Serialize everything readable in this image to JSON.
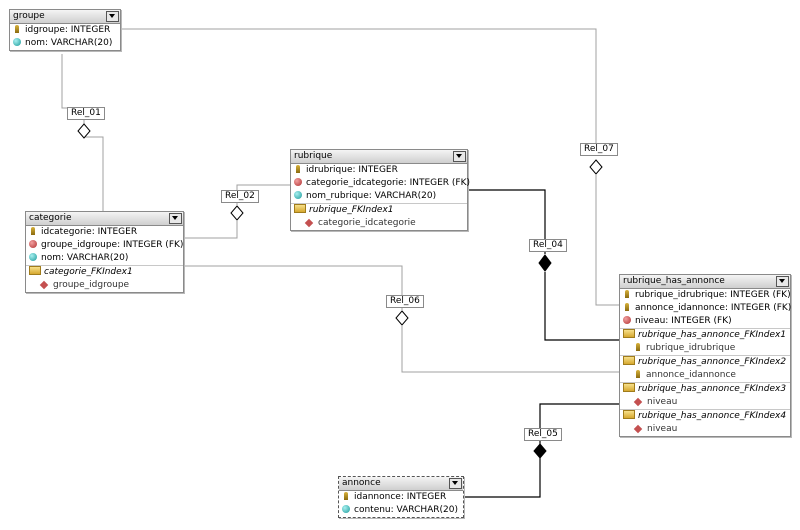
{
  "tables": {
    "groupe": {
      "title": "groupe",
      "rows": [
        "idgroupe: INTEGER",
        "nom: VARCHAR(20)"
      ]
    },
    "categorie": {
      "title": "categorie",
      "rows": [
        "idcategorie: INTEGER",
        "groupe_idgroupe: INTEGER (FK)",
        "nom: VARCHAR(20)"
      ],
      "index": "categorie_FKIndex1",
      "index_col": "groupe_idgroupe"
    },
    "rubrique": {
      "title": "rubrique",
      "rows": [
        "idrubrique: INTEGER",
        "categorie_idcategorie: INTEGER (FK)",
        "nom_rubrique: VARCHAR(20)"
      ],
      "index": "rubrique_FKIndex1",
      "index_col": "categorie_idcategorie"
    },
    "rha": {
      "title": "rubrique_has_annonce",
      "rows": [
        "rubrique_idrubrique: INTEGER (FK)",
        "annonce_idannonce: INTEGER (FK)",
        "niveau: INTEGER (FK)"
      ],
      "indexes": [
        {
          "name": "rubrique_has_annonce_FKIndex1",
          "col": "rubrique_idrubrique"
        },
        {
          "name": "rubrique_has_annonce_FKIndex2",
          "col": "annonce_idannonce"
        },
        {
          "name": "rubrique_has_annonce_FKIndex3",
          "col": "niveau"
        },
        {
          "name": "rubrique_has_annonce_FKIndex4",
          "col": "niveau"
        }
      ]
    },
    "annonce": {
      "title": "annonce",
      "rows": [
        "idannonce: INTEGER",
        "contenu: VARCHAR(20)"
      ]
    }
  },
  "relations": [
    "Rel_01",
    "Rel_02",
    "Rel_04",
    "Rel_05",
    "Rel_06",
    "Rel_07"
  ]
}
